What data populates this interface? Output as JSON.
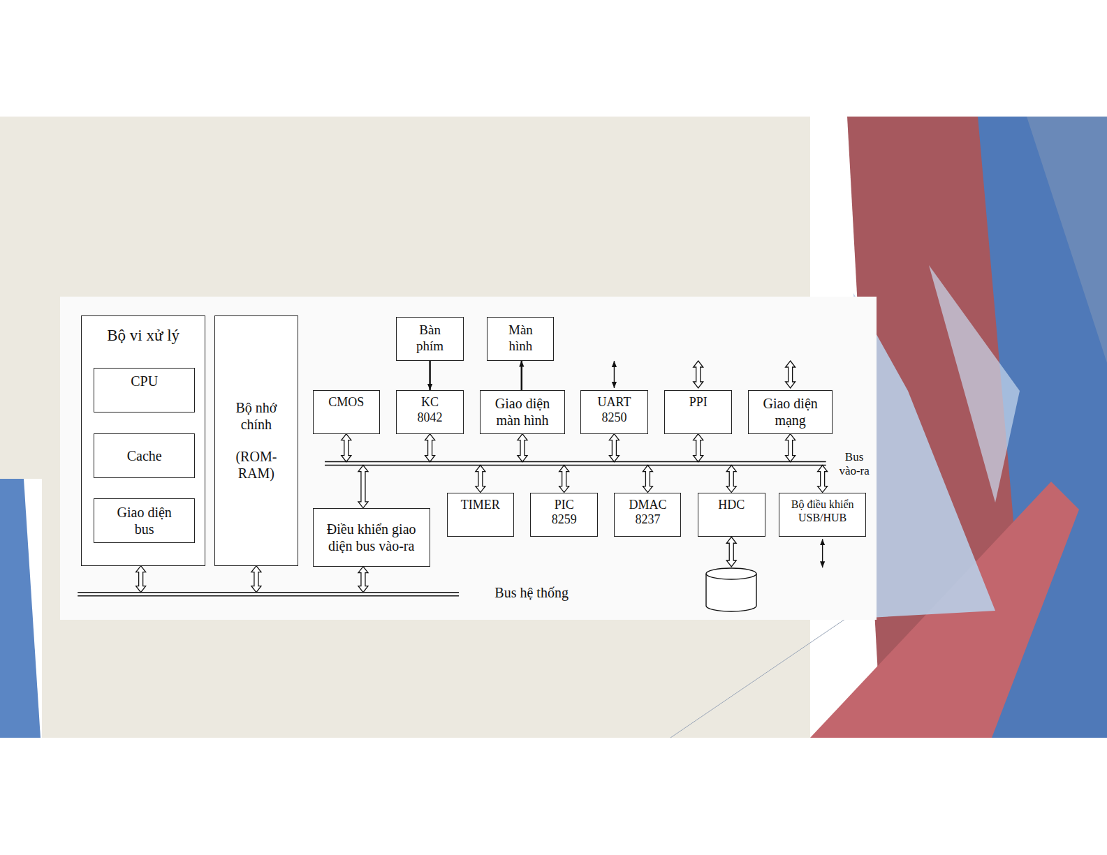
{
  "diagram": {
    "nodes": [
      {
        "text": [
          "Bộ vi xử lý"
        ]
      },
      {
        "text": [
          "CPU"
        ],
        "in": 0
      },
      {
        "text": [
          "Cache"
        ],
        "in": 0
      },
      {
        "text": [
          "Giao diện bus"
        ],
        "in": 0
      },
      {
        "text": [
          "Bộ nhớ chính",
          "(ROM-RAM)"
        ]
      },
      {
        "text": [
          "Bàn phím"
        ]
      },
      {
        "text": [
          "Màn hình"
        ]
      },
      {
        "text": [
          "CMOS"
        ]
      },
      {
        "text": [
          "KC 8042"
        ]
      },
      {
        "text": [
          "Giao diện màn hình"
        ]
      },
      {
        "text": [
          "UART 8250"
        ]
      },
      {
        "text": [
          "PPI"
        ]
      },
      {
        "text": [
          "Giao diện mạng"
        ]
      },
      {
        "text": [
          "TIMER"
        ]
      },
      {
        "text": [
          "PIC 8259"
        ]
      },
      {
        "text": [
          "DMAC 8237"
        ]
      },
      {
        "text": [
          "HDC"
        ]
      },
      {
        "text": [
          "Bộ điều khiển USB/HUB"
        ]
      },
      {
        "text": [
          "Điều khiển giao diện bus vào-ra"
        ]
      }
    ],
    "edges": [
      {
        "from": 2,
        "to": 1,
        "arrow": "to"
      },
      {
        "from": 1,
        "to": 2,
        "arrow": "to"
      },
      {
        "from": 3,
        "to": 2,
        "arrow": "to"
      },
      {
        "from": 2,
        "to": 3,
        "arrow": "to"
      },
      {
        "from": 5,
        "to": 8,
        "arrow": "to"
      },
      {
        "from": 9,
        "to": 6,
        "arrow": "to"
      }
    ],
    "labels": [
      "Bus vào-ra",
      "Bus hệ thống"
    ]
  }
}
